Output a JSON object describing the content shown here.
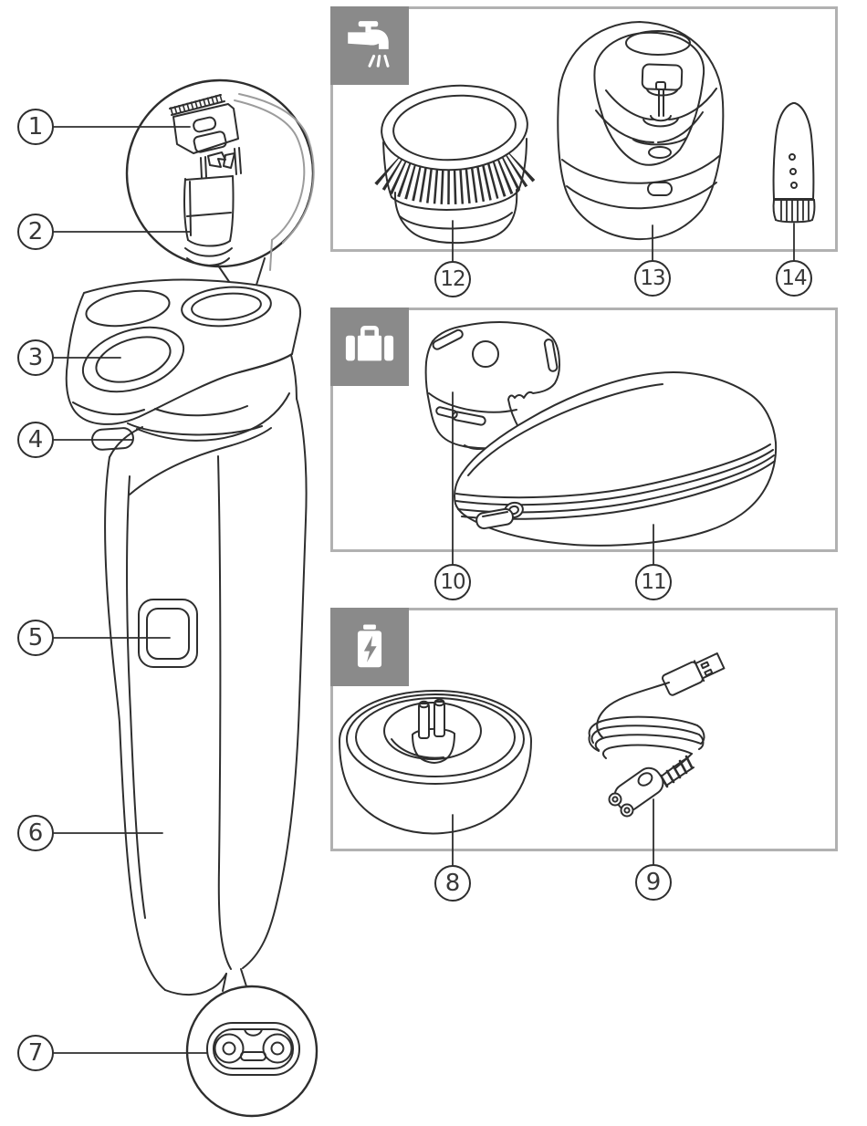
{
  "figure": {
    "kind": "product-parts-diagram",
    "subject": "electric rotary shaver with accessories"
  },
  "colors": {
    "line": "#2e2e2e",
    "secondary_line": "#9c9c9c",
    "panel_border": "#b1b1b1",
    "icon_tile_bg": "#8a8a8a",
    "icon_glyph": "#ffffff",
    "background": "#ffffff"
  },
  "callouts": [
    "1",
    "2",
    "3",
    "4",
    "5",
    "6",
    "7",
    "8",
    "9",
    "10",
    "11",
    "12",
    "13",
    "14"
  ],
  "panels": [
    {
      "name": "rinseable-accessories",
      "icon": "faucet-water-icon",
      "item_numbers": [
        "12",
        "13",
        "14"
      ]
    },
    {
      "name": "travel-accessories",
      "icon": "suitcase-icon",
      "item_numbers": [
        "10",
        "11"
      ]
    },
    {
      "name": "charging-accessories",
      "icon": "battery-charging-icon",
      "item_numbers": [
        "8",
        "9"
      ]
    }
  ]
}
